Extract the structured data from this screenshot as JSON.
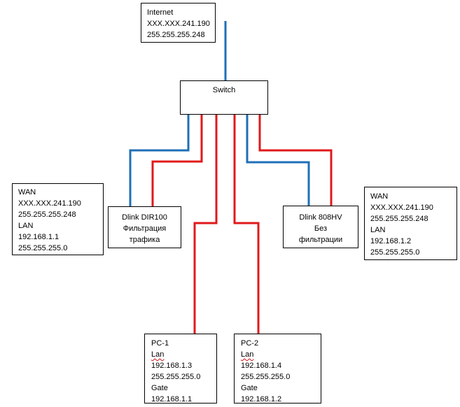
{
  "colors": {
    "wan_cable": "#1f6fb7",
    "lan_cable": "#e0191b"
  },
  "internet": {
    "title": "Internet",
    "ip": "XXX.XXX.241.190",
    "mask": "255.255.255.248"
  },
  "switch": {
    "label": "Switch"
  },
  "router_left": {
    "name": "Dlink DIR100",
    "desc1": "Фильтрация",
    "desc2": "трафика"
  },
  "router_left_config": {
    "wan": "WAN",
    "wan_ip": "XXX.XXX.241.190",
    "wan_mask": "255.255.255.248",
    "lan": "LAN",
    "lan_ip": "192.168.1.1",
    "lan_mask": "255.255.255.0"
  },
  "router_right": {
    "name": "Dlink 808HV",
    "desc1": "Без",
    "desc2": "фильтрации"
  },
  "router_right_config": {
    "wan": "WAN",
    "wan_ip": "XXX.XXX.241.190",
    "wan_mask": "255.255.255.248",
    "lan": "LAN",
    "lan_ip": "192.168.1.2",
    "lan_mask": "255.255.255.0"
  },
  "pc1": {
    "name": "PC-1",
    "lan": "Lan",
    "ip": "192.168.1.3",
    "mask": "255.255.255.0",
    "gate_label": "Gate",
    "gate": "192.168.1.1"
  },
  "pc2": {
    "name": "PC-2",
    "lan": "Lan",
    "ip": "192.168.1.4",
    "mask": "255.255.255.0",
    "gate_label": "Gate",
    "gate": "192.168.1.2"
  }
}
